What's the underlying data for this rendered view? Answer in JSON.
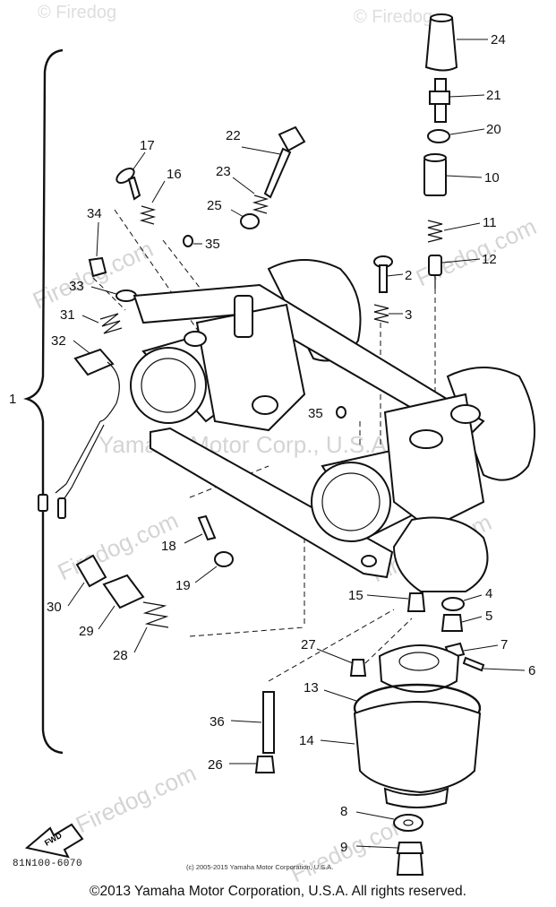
{
  "watermarks": {
    "site": "Firedog.com",
    "corner": "© Firedog",
    "maker": "Yamaha Motor Corp., U.S.A."
  },
  "assembly_label": "1",
  "parts": [
    {
      "id": "p24",
      "label": "24"
    },
    {
      "id": "p21",
      "label": "21"
    },
    {
      "id": "p20",
      "label": "20"
    },
    {
      "id": "p10",
      "label": "10"
    },
    {
      "id": "p11",
      "label": "11"
    },
    {
      "id": "p12",
      "label": "12"
    },
    {
      "id": "p22",
      "label": "22"
    },
    {
      "id": "p17",
      "label": "17"
    },
    {
      "id": "p16",
      "label": "16"
    },
    {
      "id": "p23",
      "label": "23"
    },
    {
      "id": "p25",
      "label": "25"
    },
    {
      "id": "p34",
      "label": "34"
    },
    {
      "id": "p35a",
      "label": "35"
    },
    {
      "id": "p33",
      "label": "33"
    },
    {
      "id": "p31",
      "label": "31"
    },
    {
      "id": "p32",
      "label": "32"
    },
    {
      "id": "p2",
      "label": "2"
    },
    {
      "id": "p3",
      "label": "3"
    },
    {
      "id": "p35b",
      "label": "35"
    },
    {
      "id": "p18",
      "label": "18"
    },
    {
      "id": "p19",
      "label": "19"
    },
    {
      "id": "p30",
      "label": "30"
    },
    {
      "id": "p29",
      "label": "29"
    },
    {
      "id": "p28",
      "label": "28"
    },
    {
      "id": "p15",
      "label": "15"
    },
    {
      "id": "p4",
      "label": "4"
    },
    {
      "id": "p5",
      "label": "5"
    },
    {
      "id": "p7",
      "label": "7"
    },
    {
      "id": "p6",
      "label": "6"
    },
    {
      "id": "p27",
      "label": "27"
    },
    {
      "id": "p13",
      "label": "13"
    },
    {
      "id": "p36",
      "label": "36"
    },
    {
      "id": "p14",
      "label": "14"
    },
    {
      "id": "p26",
      "label": "26"
    },
    {
      "id": "p8",
      "label": "8"
    },
    {
      "id": "p9",
      "label": "9"
    }
  ],
  "fwd_label": "FWD",
  "catalog_code": "81N100-6070",
  "small_credit": "(c) 2005-2015 Yamaha Motor Corporation, U.S.A.",
  "copyright": "©2013 Yamaha Motor Corporation, U.S.A. All rights reserved."
}
